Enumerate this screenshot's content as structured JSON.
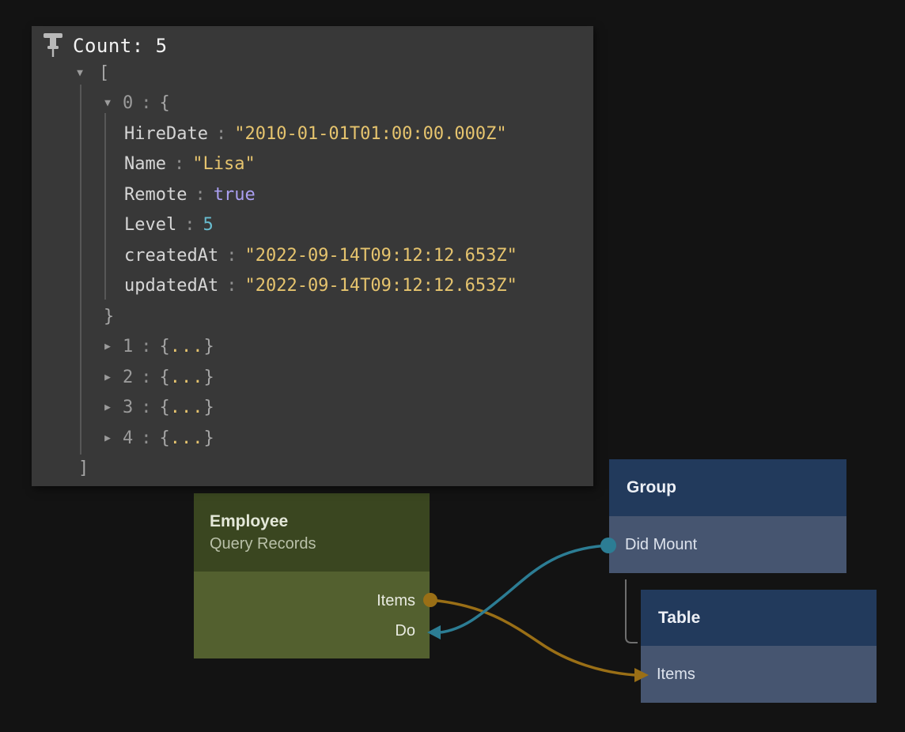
{
  "colors": {
    "background": "#131313",
    "panel_background": "#383838",
    "string_value": "#e6c46e",
    "boolean_value": "#ab9ff2",
    "number_value": "#68bccf",
    "signal_connection": "#2c7d94",
    "data_connection": "#9a6f16",
    "hierarchy_line": "#6f6f6f",
    "node_green_header": "#3a4620",
    "node_green_body": "#53602f",
    "node_blue_header": "#223a5c",
    "node_blue_body": "#465570"
  },
  "icons": {
    "pin": "pushpin-icon",
    "expander_open": "▼",
    "expander_collapsed": "▶"
  },
  "panel": {
    "title": "Count: 5",
    "tree": {
      "colon": ":",
      "bracket_open": "[",
      "bracket_close": "]",
      "brace_open": "{",
      "brace_close": "}",
      "dots": "...",
      "item0": {
        "index": "0",
        "props": [
          {
            "key": "HireDate",
            "value": "\"2010-01-01T01:00:00.000Z\"",
            "type": "string"
          },
          {
            "key": "Name",
            "value": "\"Lisa\"",
            "type": "string"
          },
          {
            "key": "Remote",
            "value": "true",
            "type": "boolean"
          },
          {
            "key": "Level",
            "value": "5",
            "type": "number"
          },
          {
            "key": "createdAt",
            "value": "\"2022-09-14T09:12:12.653Z\"",
            "type": "string"
          },
          {
            "key": "updatedAt",
            "value": "\"2022-09-14T09:12:12.653Z\"",
            "type": "string"
          }
        ]
      },
      "collapsed": [
        {
          "index": "1"
        },
        {
          "index": "2"
        },
        {
          "index": "3"
        },
        {
          "index": "4"
        }
      ]
    }
  },
  "nodes": {
    "employee": {
      "title": "Employee",
      "subtitle": "Query Records",
      "ports": [
        {
          "label": "Items",
          "direction": "output",
          "connection": "data"
        },
        {
          "label": "Do",
          "direction": "input",
          "connection": "signal"
        }
      ]
    },
    "group": {
      "title": "Group",
      "ports": [
        {
          "label": "Did Mount",
          "direction": "output",
          "connection": "signal"
        }
      ]
    },
    "table": {
      "title": "Table",
      "ports": [
        {
          "label": "Items",
          "direction": "input",
          "connection": "data"
        }
      ]
    }
  }
}
